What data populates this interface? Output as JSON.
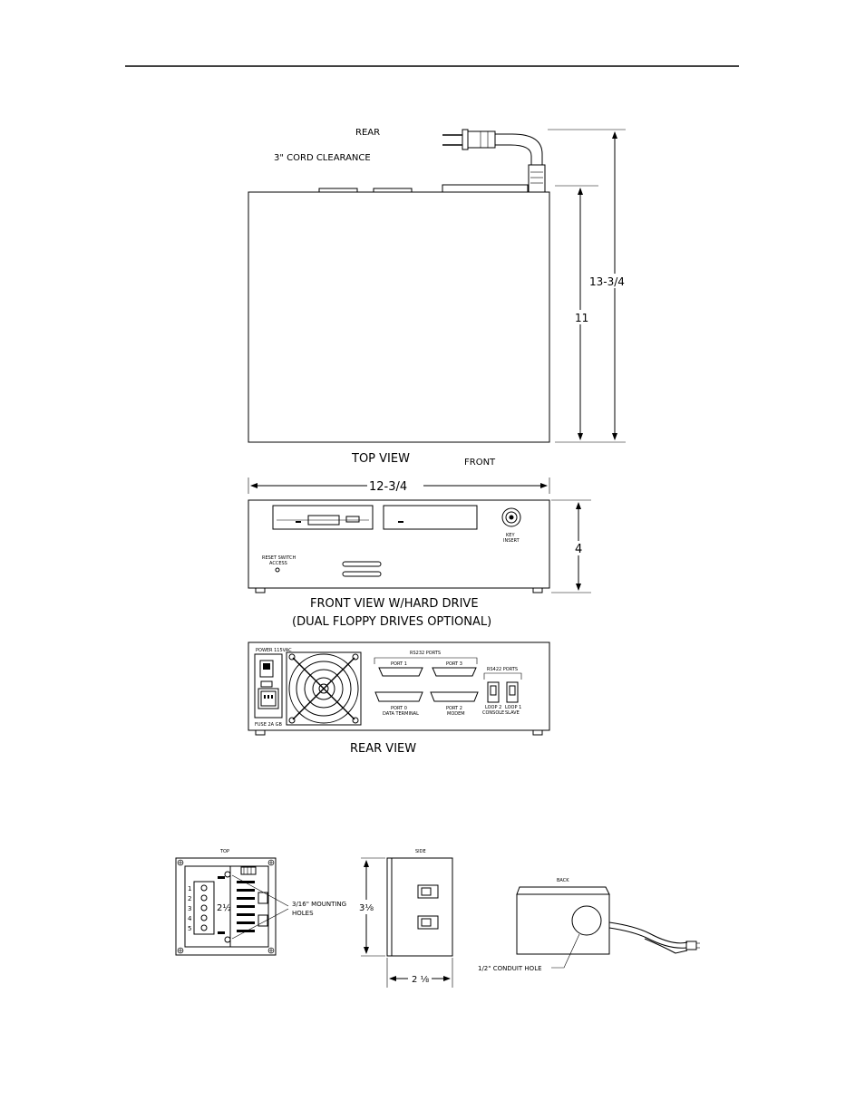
{
  "top_view": {
    "rear_label": "REAR",
    "cord_clearance_label": "3\" CORD CLEARANCE",
    "title": "TOP VIEW",
    "front_label": "FRONT",
    "dim_height_total": "13-3/4",
    "dim_height_body": "11",
    "dim_width": "12-3/4"
  },
  "front_view": {
    "key_label_1": "KEY",
    "key_label_2": "INSERT",
    "reset_label_1": "RESET SWITCH",
    "reset_label_2": "ACCESS",
    "dim_height": "4",
    "title_1": "FRONT VIEW W/HARD DRIVE",
    "title_2": "(DUAL FLOPPY DRIVES OPTIONAL)"
  },
  "rear_view": {
    "power_label": "POWER 115VAC",
    "fuse_label": "FUSE 2A GB",
    "rs232_label": "RS232 PORTS",
    "port1": "PORT 1",
    "port3": "PORT 3",
    "port0": "PORT 0",
    "port0_sub": "DATA TERMINAL",
    "port2": "PORT 2",
    "port2_sub": "MODEM",
    "rs422_label": "RS422 PORTS",
    "loop2": "LOOP 2",
    "loop2_sub": "CONSOLE",
    "loop1": "LOOP 1",
    "loop1_sub": "SLAVE",
    "title": "REAR VIEW"
  },
  "junction_box": {
    "top_label": "TOP",
    "side_label": "SIDE",
    "back_label": "BACK",
    "terminals": [
      "1",
      "2",
      "3",
      "4",
      "5"
    ],
    "dim_inner": "2½",
    "mounting_label_1": "3/16\" MOUNTING",
    "mounting_label_2": "HOLES",
    "dim_side_height": "3⅛",
    "dim_side_width": "2 ⅛",
    "conduit_label": "1/2\" CONDUIT HOLE"
  }
}
